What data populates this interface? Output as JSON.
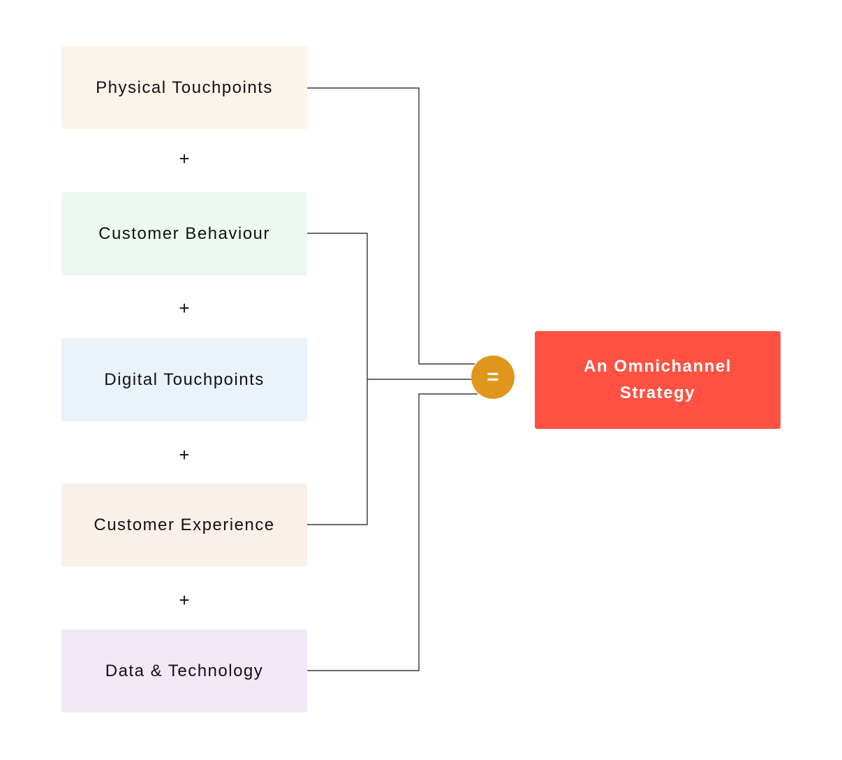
{
  "inputs": [
    {
      "label": "Physical Touchpoints",
      "color": "#FAF4EA"
    },
    {
      "label": "Customer Behaviour",
      "color": "#EDF8F1"
    },
    {
      "label": "Digital Touchpoints",
      "color": "#EAF2FA"
    },
    {
      "label": "Customer Experience",
      "color": "#FAF0E8"
    },
    {
      "label": "Data & Technology",
      "color": "#F2E8F6"
    }
  ],
  "operators": [
    "+",
    "+",
    "+",
    "+"
  ],
  "equals_symbol": "=",
  "equals_color": "#E0961B",
  "result": {
    "label": "An Omnichannel Strategy",
    "color": "#FF5243"
  },
  "line_color": "#111111"
}
